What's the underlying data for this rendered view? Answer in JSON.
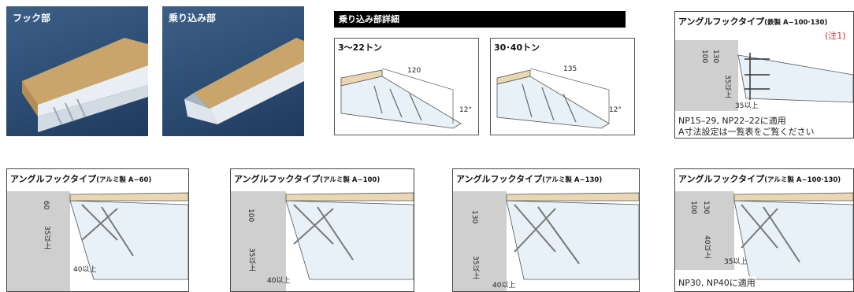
{
  "photos": [
    {
      "caption": "フック部"
    },
    {
      "caption": "乗り込み部"
    }
  ],
  "detail": {
    "banner": "乗り込み部詳細",
    "panels": [
      {
        "label": "3〜22トン",
        "dim_a": "120",
        "dim_b": "12°"
      },
      {
        "label": "30･40トン",
        "dim_a": "135",
        "dim_b": "12°"
      }
    ]
  },
  "boxes": {
    "steel": {
      "title": "アングルフックタイプ",
      "sub": "(鉄製 A−100·130)",
      "note_mark": "(注1)",
      "dims": [
        "100",
        "130",
        "35以上",
        "35以上"
      ],
      "note_line1": "NP15–29, NP22–22に適用",
      "note_line2": "A寸法設定は一覧表をご覧ください"
    },
    "al60": {
      "title": "アングルフックタイプ",
      "sub": "(アルミ製 A−60)",
      "dims": [
        "60",
        "35以上",
        "40以上"
      ]
    },
    "al100": {
      "title": "アングルフックタイプ",
      "sub": "(アルミ製 A−100)",
      "dims": [
        "100",
        "35以上",
        "40以上"
      ]
    },
    "al130": {
      "title": "アングルフックタイプ",
      "sub": "(アルミ製 A−130)",
      "dims": [
        "130",
        "35以上",
        "40以上"
      ]
    },
    "al100130": {
      "title": "アングルフックタイプ",
      "sub": "(アルミ製 A−100·130)",
      "dims": [
        "100",
        "130",
        "40以上",
        "35以上"
      ],
      "note": "NP30, NP40に適用"
    }
  }
}
